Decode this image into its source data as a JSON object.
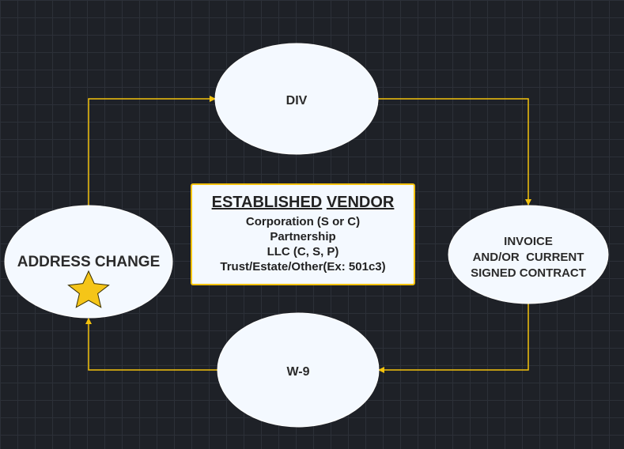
{
  "diagram": {
    "nodes": {
      "div": {
        "label": "DIV"
      },
      "invoice": {
        "lines": [
          "INVOICE",
          "AND/OR  CURRENT",
          "SIGNED CONTRACT"
        ]
      },
      "w9": {
        "label": "W-9"
      },
      "address": {
        "label": "ADDRESS CHANGE",
        "icon": "star-icon"
      }
    },
    "center": {
      "title_part1": "ESTABLISHED",
      "title_part2": "VENDOR",
      "lines": [
        "Corporation (S or C)",
        "Partnership",
        "LLC (C, S, P)",
        "Trust/Estate/Other(Ex: 501c3)"
      ]
    },
    "colors": {
      "background": "#1e2127",
      "connector": "#f4c20d",
      "node_fill": "#f4f9ff",
      "star": "#f5c518"
    }
  }
}
